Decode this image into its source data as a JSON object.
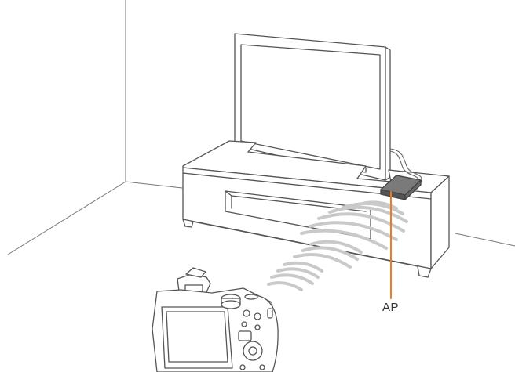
{
  "diagram": {
    "callout": {
      "label": "AP"
    },
    "elements": [
      {
        "name": "tv",
        "icon": "television-icon"
      },
      {
        "name": "tv-stand",
        "icon": "cabinet-icon"
      },
      {
        "name": "access-point",
        "icon": "router-icon"
      },
      {
        "name": "camera",
        "icon": "camera-icon"
      },
      {
        "name": "wireless-signal",
        "icon": "wifi-waves-icon"
      }
    ],
    "colors": {
      "line": "#555555",
      "callout": "#f07a1f",
      "wave": "#c9c9c9",
      "ap_body": "#6f6f6f"
    }
  }
}
